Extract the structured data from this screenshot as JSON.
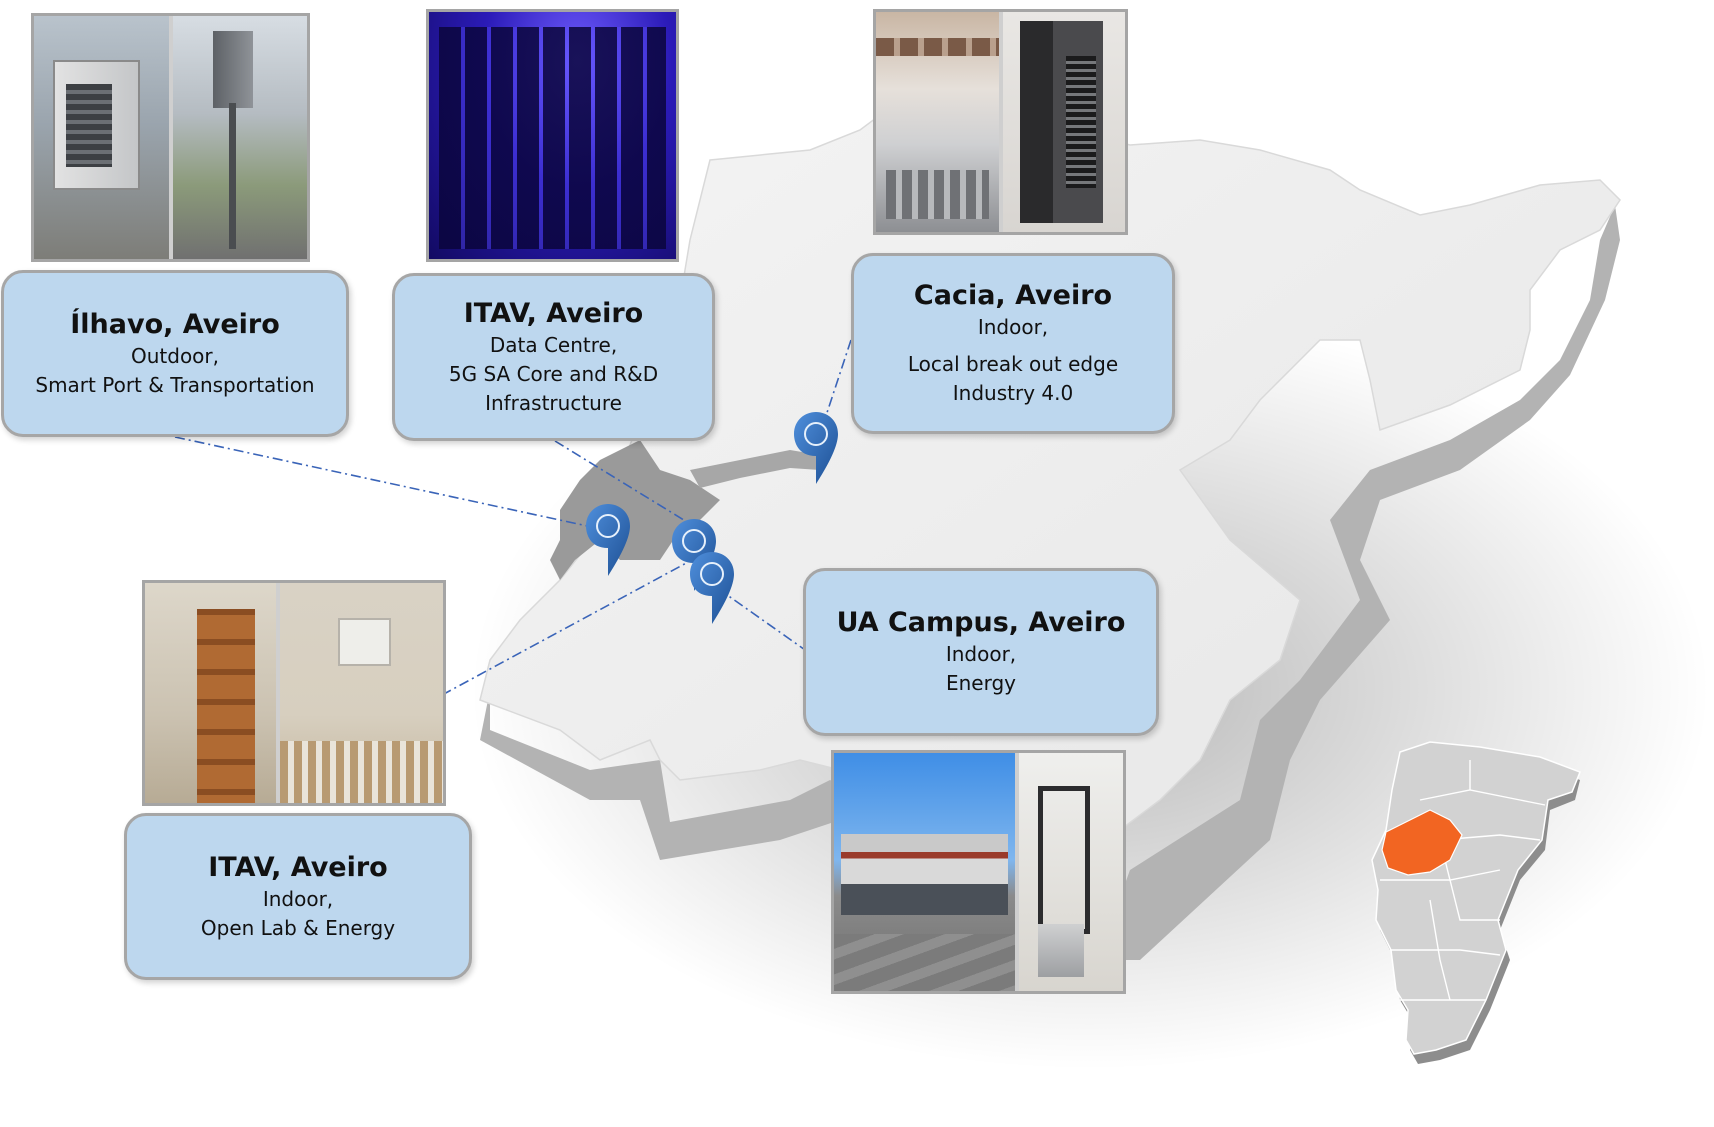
{
  "sites": [
    {
      "id": "ilhavo",
      "title": "Ílhavo, Aveiro",
      "lines": [
        "Outdoor,",
        "Smart Port & Transportation"
      ],
      "photo_icons": [
        "street-cabinet-photo",
        "antenna-mast-photo"
      ]
    },
    {
      "id": "itav-dc",
      "title": "ITAV, Aveiro",
      "lines": [
        "Data Centre,",
        "5G SA Core and  R&D",
        "Infrastructure"
      ],
      "photo_icons": [
        "data-centre-racks-photo"
      ]
    },
    {
      "id": "cacia",
      "title": "Cacia, Aveiro",
      "lines": [
        "Indoor,",
        "Local break out edge",
        "Industry 4.0"
      ],
      "photo_icons": [
        "industrial-hall-photo",
        "server-rack-photo"
      ]
    },
    {
      "id": "ua-campus",
      "title": "UA Campus, Aveiro",
      "lines": [
        "Indoor,",
        "Energy"
      ],
      "photo_icons": [
        "campus-building-photo",
        "equipment-rack-photo"
      ]
    },
    {
      "id": "itav-lab",
      "title": "ITAV, Aveiro",
      "lines": [
        "Indoor,",
        "Open Lab & Energy"
      ],
      "photo_icons": [
        "room-door-photo",
        "wall-unit-photo"
      ]
    }
  ],
  "colors": {
    "card_fill": "#bdd7ee",
    "card_border": "#a6a6a6",
    "map_top": "#efefef",
    "map_side": "#b8b8b8",
    "pin": "#2f6db5",
    "leader_line": "#3a64b8",
    "inset_land": "#cfcfcf",
    "inset_highlight": "#f26522"
  },
  "legend_icons": [
    "location-pin-icon",
    "portugal-inset-map"
  ]
}
